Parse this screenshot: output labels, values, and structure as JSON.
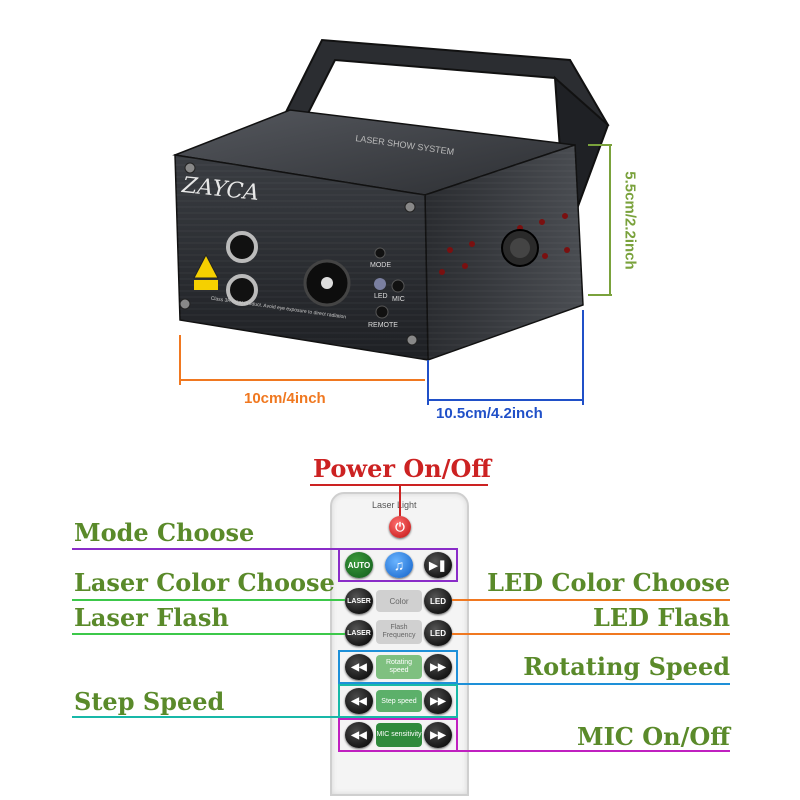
{
  "product": {
    "brand_logo": "ZAYCA",
    "front_label_mode": "MODE",
    "front_label_led": "LED",
    "front_label_mic": "MIC",
    "front_label_remote": "REMOTE",
    "top_text": "LASER SHOW SYSTEM",
    "warning_text": "Class 3R laser product. Avoid eye exposure to direct radiation"
  },
  "dimensions": {
    "width": "10cm/4inch",
    "depth": "10.5cm/4.2inch",
    "height": "5.5cm/2.2inch"
  },
  "remote": {
    "header": "Laser Light",
    "btn_auto": "AUTO",
    "btn_laser": "LASER",
    "btn_led": "LED",
    "panel_color": "Color",
    "panel_flash": "Flash Frequency",
    "panel_rotating": "Rotating speed",
    "panel_step": "Step speed",
    "panel_mic": "MIC sensitivity"
  },
  "callouts": {
    "power": "Power On/Off",
    "mode": "Mode Choose",
    "laser_color": "Laser Color Choose",
    "laser_flash": "Laser Flash",
    "led_color": "LED Color Choose",
    "led_flash": "LED Flash",
    "rotating": "Rotating Speed",
    "step": "Step Speed",
    "mic": "MIC On/Off"
  },
  "colors": {
    "orange": "#f07820",
    "blue": "#2050c8",
    "olive": "#7aa23c",
    "red": "#cc2222",
    "purple": "#8a2cc8",
    "green": "#3cc84a",
    "sky": "#1e90d8",
    "teal": "#18b8a8",
    "magenta": "#c020c0"
  }
}
